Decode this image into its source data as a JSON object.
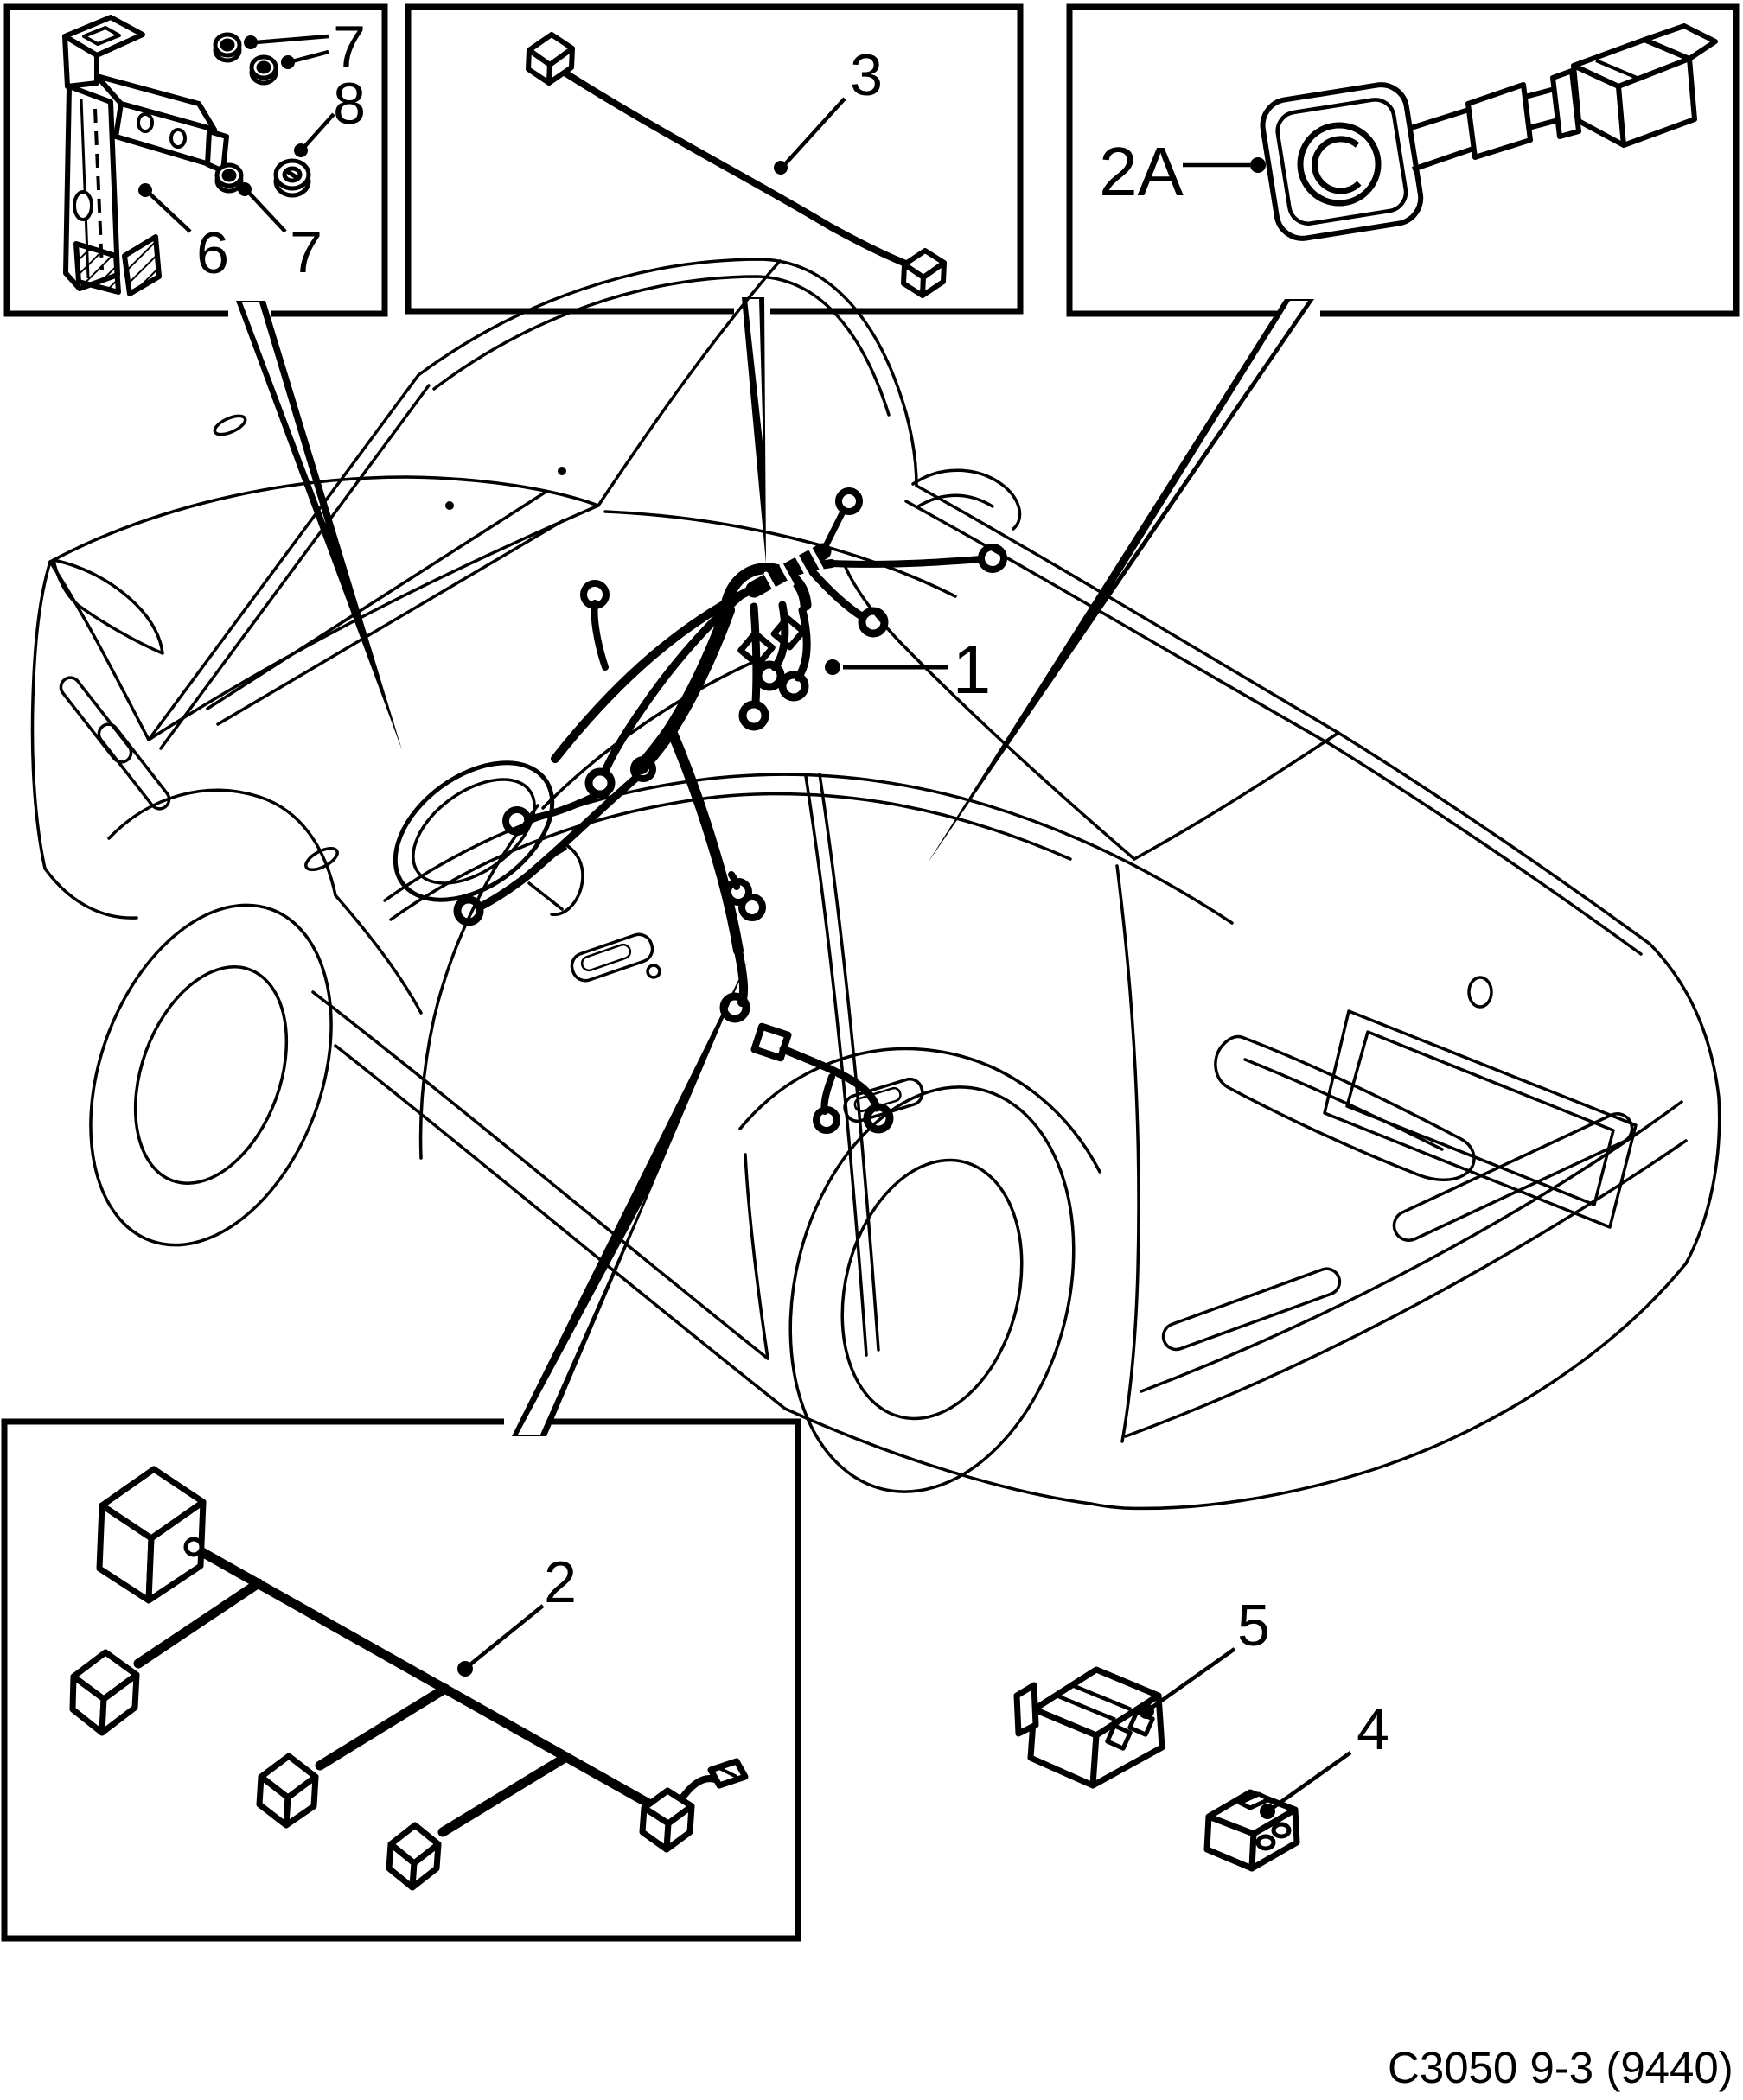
{
  "figure": {
    "footer_code": "C3050 9-3 (9440)",
    "labels": {
      "part7_top": "7",
      "part8": "8",
      "part6": "6",
      "part7_bottom": "7",
      "part3": "3",
      "part2a": "2A",
      "part1": "1",
      "part2": "2",
      "part5": "5",
      "part4": "4"
    }
  }
}
